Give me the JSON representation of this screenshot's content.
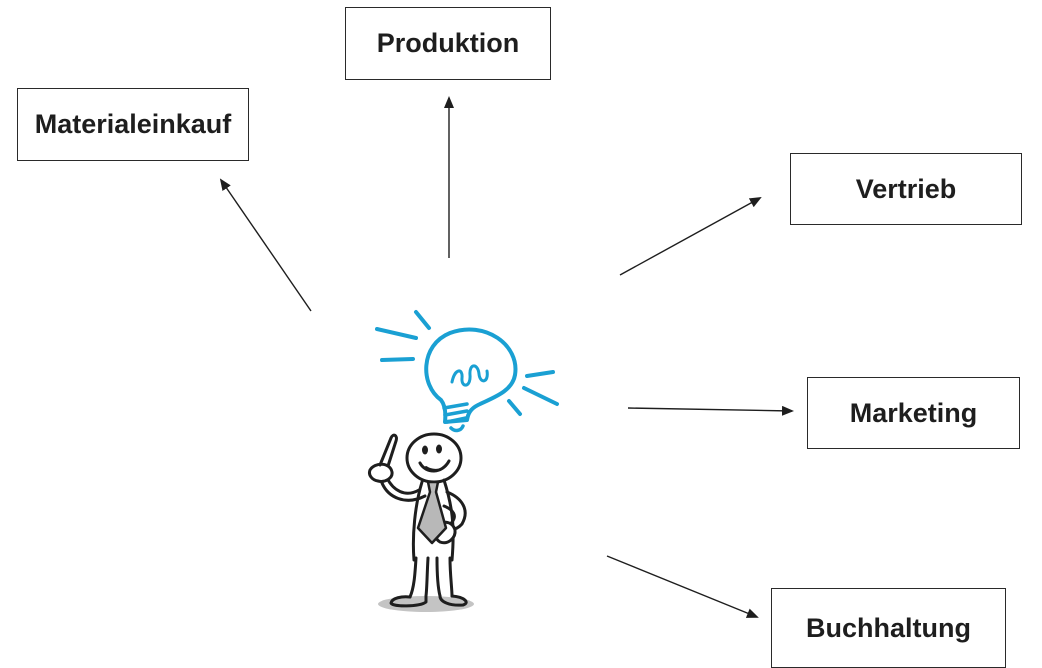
{
  "diagram": {
    "nodes": [
      {
        "id": "produktion",
        "label": "Produktion"
      },
      {
        "id": "materialeinkauf",
        "label": "Materialeinkauf"
      },
      {
        "id": "vertrieb",
        "label": "Vertrieb"
      },
      {
        "id": "marketing",
        "label": "Marketing"
      },
      {
        "id": "buchhaltung",
        "label": "Buchhaltung"
      }
    ],
    "edges": [
      {
        "from": "figure",
        "to": "produktion"
      },
      {
        "from": "figure",
        "to": "materialeinkauf"
      },
      {
        "from": "figure",
        "to": "vertrieb"
      },
      {
        "from": "figure",
        "to": "marketing"
      },
      {
        "from": "figure",
        "to": "buchhaltung"
      }
    ],
    "center_figure": {
      "icon": "stick-figure-with-idea-lightbulb",
      "bulb_color": "#1aa0d3",
      "tie_color": "#b8b8b8",
      "shadow_color": "#c4c4c4"
    },
    "line_color": "#1e1e1e"
  }
}
